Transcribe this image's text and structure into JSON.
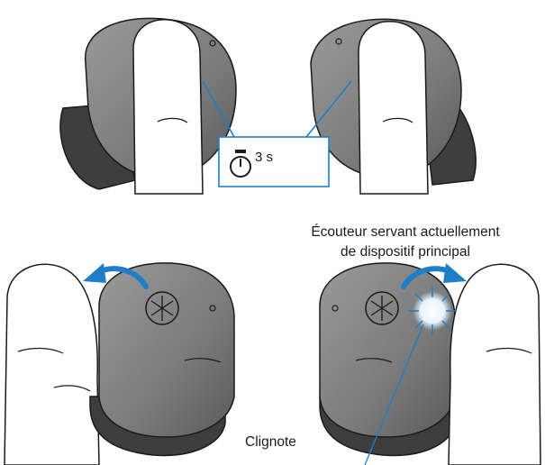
{
  "callouts": {
    "hold_duration": "3 s",
    "main_device_line1": "Écouteur servant actuellement",
    "main_device_line2": "de dispositif principal",
    "blink": "Clignote"
  },
  "colors": {
    "earbud_body": "#7b7b7b",
    "earbud_shadow": "#4a4a4a",
    "finger_fill": "#ffffff",
    "outline": "#1a1a1a",
    "callout_border": "#1e7fc8",
    "arrow_blue": "#1e7fc8",
    "led_glow": "#cfe8f7"
  },
  "icons": [
    "stopwatch-icon",
    "yamaha-logo-icon",
    "rotate-arrow-icon",
    "led-light-icon"
  ]
}
